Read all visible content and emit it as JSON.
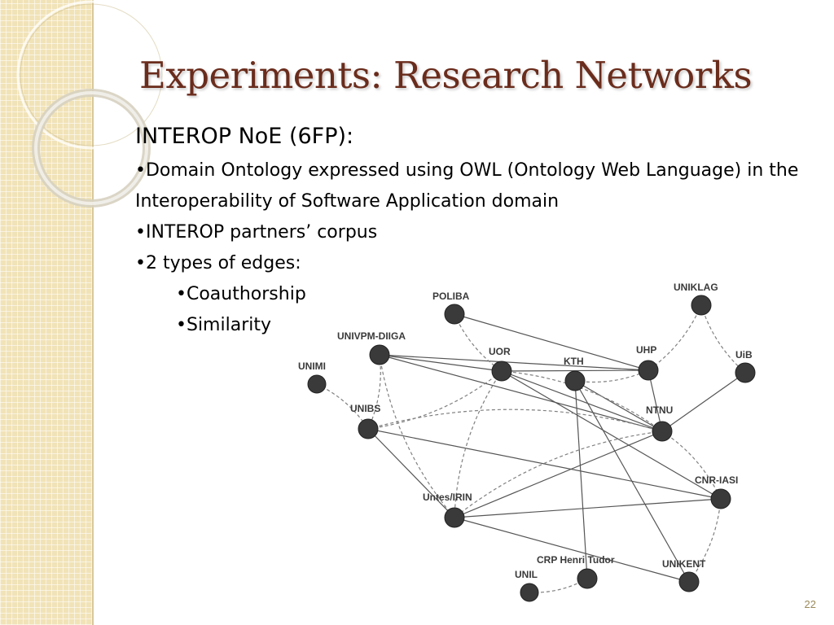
{
  "slide": {
    "title": "Experiments: Research Networks",
    "subtitle": "INTEROP NoE (6FP):",
    "bullets": [
      "•Domain Ontology expressed using OWL (Ontology Web Language) in the Interoperability of Software Application domain",
      "•INTEROP partners’ corpus",
      "•2 types of edges:"
    ],
    "sub_bullets": [
      "•Coauthorship",
      "•Similarity"
    ],
    "slide_number": "22"
  },
  "colors": {
    "title": "#6a2c1c",
    "sidebar": "#f1e3b8",
    "node": "#3a3a3a",
    "coauthorship_edge": "#555555",
    "similarity_edge": "#808080"
  },
  "network": {
    "nodes": [
      {
        "id": "POLIBA",
        "label": "POLIBA"
      },
      {
        "id": "UNIKLAG",
        "label": "UNIKLAG"
      },
      {
        "id": "UNIVPM-DIIGA",
        "label": "UNIVPM-DIIGA"
      },
      {
        "id": "UHP",
        "label": "UHP"
      },
      {
        "id": "UOR",
        "label": "UOR"
      },
      {
        "id": "KTH",
        "label": "KTH"
      },
      {
        "id": "UIB",
        "label": "UiB"
      },
      {
        "id": "UNIMI",
        "label": "UNIMI"
      },
      {
        "id": "UNIBS",
        "label": "UNIBS"
      },
      {
        "id": "NTNU",
        "label": "NTNU"
      },
      {
        "id": "CNR-IASI",
        "label": "CNR-IASI"
      },
      {
        "id": "UNTES",
        "label": "Untes/IRIN"
      },
      {
        "id": "CRP",
        "label": "CRP Henri Tudor"
      },
      {
        "id": "UNIKENT",
        "label": "UNIKENT"
      },
      {
        "id": "UNIL",
        "label": "UNIL"
      }
    ],
    "edges": [
      {
        "from": "POLIBA",
        "to": "UHP",
        "type": "coauthorship"
      },
      {
        "from": "UNIVPM-DIIGA",
        "to": "UOR",
        "type": "coauthorship"
      },
      {
        "from": "UNIVPM-DIIGA",
        "to": "UHP",
        "type": "coauthorship"
      },
      {
        "from": "UNIVPM-DIIGA",
        "to": "NTNU",
        "type": "coauthorship"
      },
      {
        "from": "UOR",
        "to": "UHP",
        "type": "coauthorship"
      },
      {
        "from": "UOR",
        "to": "NTNU",
        "type": "coauthorship"
      },
      {
        "from": "UOR",
        "to": "CNR-IASI",
        "type": "coauthorship"
      },
      {
        "from": "UHP",
        "to": "NTNU",
        "type": "coauthorship"
      },
      {
        "from": "KTH",
        "to": "NTNU",
        "type": "coauthorship"
      },
      {
        "from": "KTH",
        "to": "UNIKENT",
        "type": "coauthorship"
      },
      {
        "from": "UIB",
        "to": "NTNU",
        "type": "coauthorship"
      },
      {
        "from": "UNIBS",
        "to": "UNTES",
        "type": "coauthorship"
      },
      {
        "from": "UNIBS",
        "to": "CNR-IASI",
        "type": "coauthorship"
      },
      {
        "from": "UNTES",
        "to": "CNR-IASI",
        "type": "coauthorship"
      },
      {
        "from": "UNTES",
        "to": "UNIKENT",
        "type": "coauthorship"
      },
      {
        "from": "NTNU",
        "to": "UNTES",
        "type": "coauthorship"
      },
      {
        "from": "KTH",
        "to": "CRP",
        "type": "coauthorship"
      },
      {
        "from": "POLIBA",
        "to": "UOR",
        "type": "similarity"
      },
      {
        "from": "UNIKLAG",
        "to": "UHP",
        "type": "similarity"
      },
      {
        "from": "UNIKLAG",
        "to": "UIB",
        "type": "similarity"
      },
      {
        "from": "UNIVPM-DIIGA",
        "to": "UNIBS",
        "type": "similarity"
      },
      {
        "from": "UNIVPM-DIIGA",
        "to": "UNTES",
        "type": "similarity"
      },
      {
        "from": "UNIMI",
        "to": "UNIBS",
        "type": "similarity"
      },
      {
        "from": "UNIBS",
        "to": "UOR",
        "type": "similarity"
      },
      {
        "from": "UNIBS",
        "to": "NTNU",
        "type": "similarity"
      },
      {
        "from": "UOR",
        "to": "UNTES",
        "type": "similarity"
      },
      {
        "from": "UOR",
        "to": "NTNU",
        "type": "similarity"
      },
      {
        "from": "KTH",
        "to": "UHP",
        "type": "similarity"
      },
      {
        "from": "NTNU",
        "to": "CNR-IASI",
        "type": "similarity"
      },
      {
        "from": "NTNU",
        "to": "UNTES",
        "type": "similarity"
      },
      {
        "from": "CNR-IASI",
        "to": "UNIKENT",
        "type": "similarity"
      },
      {
        "from": "UNIL",
        "to": "CRP",
        "type": "similarity"
      }
    ]
  }
}
